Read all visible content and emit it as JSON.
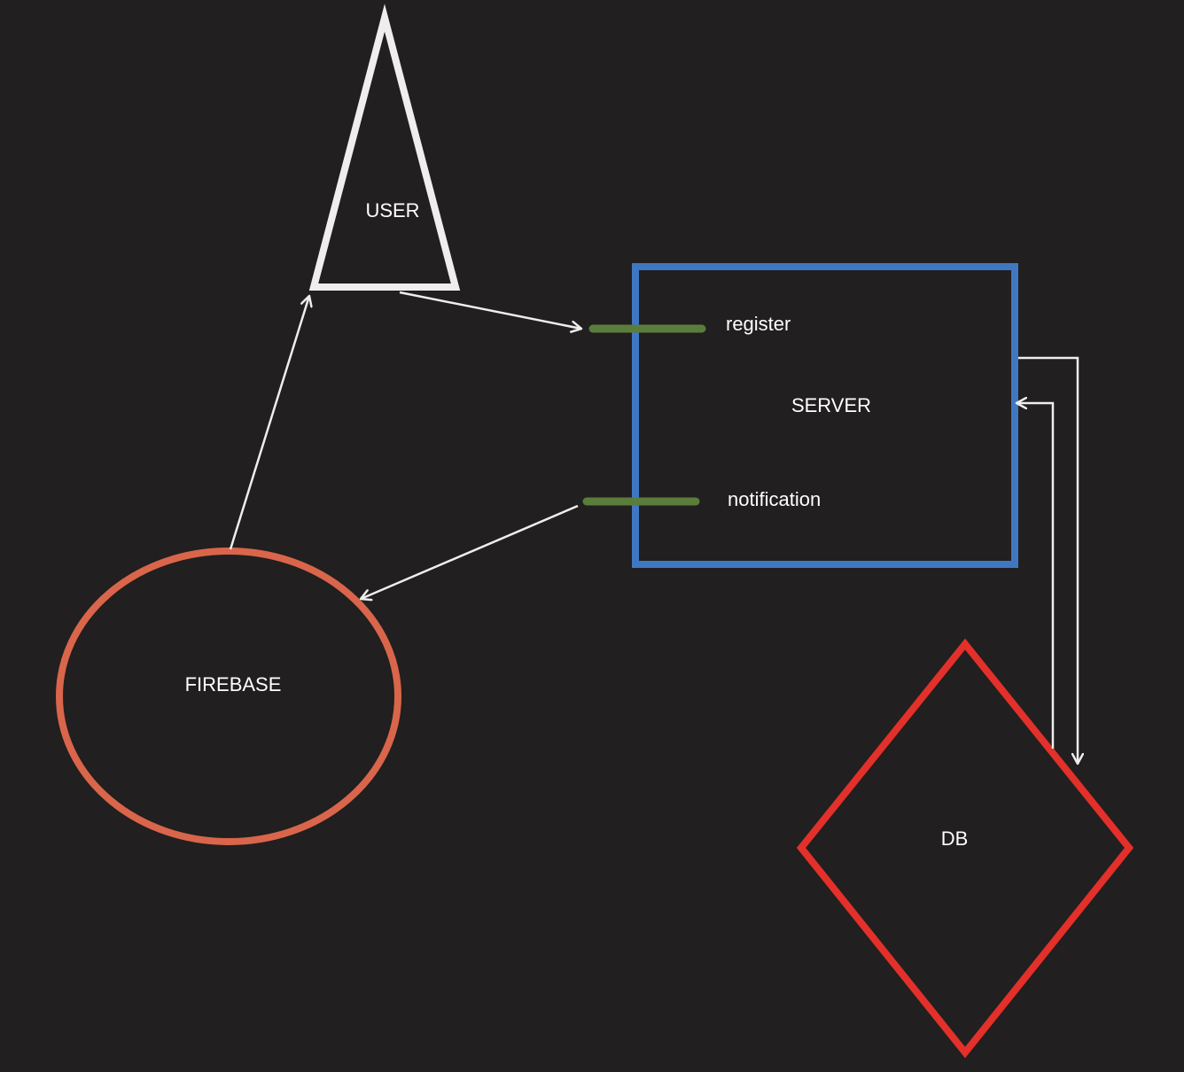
{
  "diagram": {
    "nodes": {
      "user": {
        "label": "USER",
        "shape": "triangle",
        "stroke_color": "#eeeeee"
      },
      "server": {
        "label": "SERVER",
        "shape": "rectangle",
        "stroke_color": "#3f78c2"
      },
      "firebase": {
        "label": "FIREBASE",
        "shape": "ellipse",
        "stroke_color": "#d9654b"
      },
      "db": {
        "label": "DB",
        "shape": "diamond",
        "stroke_color": "#e3302a"
      }
    },
    "ports": {
      "register": {
        "label": "register",
        "color": "#5a7d3c"
      },
      "notification": {
        "label": "notification",
        "color": "#5a7d3c"
      }
    },
    "edges": [
      {
        "from": "user",
        "to": "register"
      },
      {
        "from": "notification",
        "to": "firebase"
      },
      {
        "from": "firebase",
        "to": "user"
      },
      {
        "from": "server",
        "to": "db"
      },
      {
        "from": "db",
        "to": "server"
      }
    ],
    "colors": {
      "background": "#211f1f",
      "arrow": "#eeeeee",
      "text": "#ffffff"
    }
  }
}
